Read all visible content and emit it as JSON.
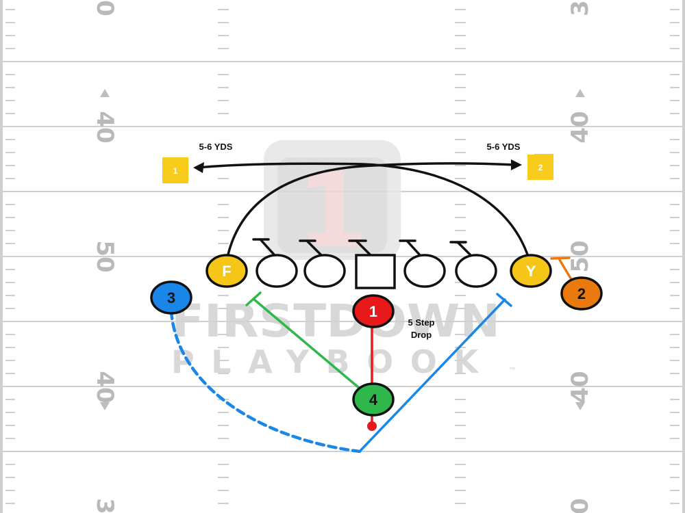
{
  "field": {
    "yard_numbers_left": [
      "0",
      "40",
      "50",
      "40",
      "3"
    ],
    "yard_numbers_right": [
      "3",
      "40",
      "50",
      "40",
      "0"
    ]
  },
  "watermark": {
    "logo_number": "1",
    "line1": "FIRSTDOWN",
    "line2": "PLAYBOOK",
    "trademark": "™"
  },
  "players": {
    "f": "F",
    "y": "Y",
    "qb_receiver": "1",
    "left_back": "3",
    "right_wing": "2",
    "deep_back": "4"
  },
  "defenders": {
    "left": "1",
    "right": "2"
  },
  "annotations": {
    "left_distance": "5-6 YDS",
    "right_distance": "5-6 YDS",
    "drop_line1": "5 Step",
    "drop_line2": "Drop"
  },
  "colors": {
    "field_line": "#cfcfcf",
    "yellow": "#f5c518",
    "defender_yellow": "#f8cc1b",
    "red": "#e8191b",
    "blue": "#1a86e8",
    "green": "#2eb84b",
    "orange": "#ea7a0e",
    "route_black": "#111111"
  }
}
